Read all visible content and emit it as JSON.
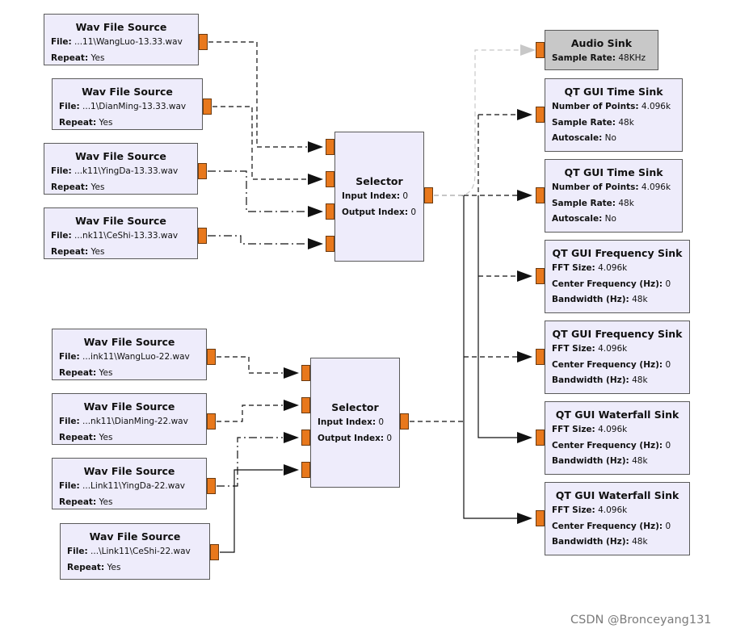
{
  "sources": [
    {
      "title": "Wav File Source",
      "file_label": "File:",
      "file": "...11\\WangLuo-13.33.wav",
      "repeat_label": "Repeat:",
      "repeat": "Yes"
    },
    {
      "title": "Wav File Source",
      "file_label": "File:",
      "file": "...1\\DianMing-13.33.wav",
      "repeat_label": "Repeat:",
      "repeat": "Yes"
    },
    {
      "title": "Wav File Source",
      "file_label": "File:",
      "file": "...k11\\YingDa-13.33.wav",
      "repeat_label": "Repeat:",
      "repeat": "Yes"
    },
    {
      "title": "Wav File Source",
      "file_label": "File:",
      "file": "...nk11\\CeShi-13.33.wav",
      "repeat_label": "Repeat:",
      "repeat": "Yes"
    },
    {
      "title": "Wav File Source",
      "file_label": "File:",
      "file": "...ink11\\WangLuo-22.wav",
      "repeat_label": "Repeat:",
      "repeat": "Yes"
    },
    {
      "title": "Wav File Source",
      "file_label": "File:",
      "file": "...nk11\\DianMing-22.wav",
      "repeat_label": "Repeat:",
      "repeat": "Yes"
    },
    {
      "title": "Wav File Source",
      "file_label": "File:",
      "file": "...Link11\\YingDa-22.wav",
      "repeat_label": "Repeat:",
      "repeat": "Yes"
    },
    {
      "title": "Wav File Source",
      "file_label": "File:",
      "file": "...\\Link11\\CeShi-22.wav",
      "repeat_label": "Repeat:",
      "repeat": "Yes"
    }
  ],
  "selectors": [
    {
      "title": "Selector",
      "in_label": "Input Index:",
      "in": "0",
      "out_label": "Output Index:",
      "out": "0"
    },
    {
      "title": "Selector",
      "in_label": "Input Index:",
      "in": "0",
      "out_label": "Output Index:",
      "out": "0"
    }
  ],
  "sinks": {
    "audio": {
      "title": "Audio Sink",
      "p1_label": "Sample Rate:",
      "p1": "48KHz"
    },
    "time1": {
      "title": "QT GUI Time Sink",
      "p1_label": "Number of Points:",
      "p1": "4.096k",
      "p2_label": "Sample Rate:",
      "p2": "48k",
      "p3_label": "Autoscale:",
      "p3": "No"
    },
    "time2": {
      "title": "QT GUI Time Sink",
      "p1_label": "Number of Points:",
      "p1": "4.096k",
      "p2_label": "Sample Rate:",
      "p2": "48k",
      "p3_label": "Autoscale:",
      "p3": "No"
    },
    "freq1": {
      "title": "QT GUI Frequency Sink",
      "p1_label": "FFT Size:",
      "p1": "4.096k",
      "p2_label": "Center Frequency (Hz):",
      "p2": "0",
      "p3_label": "Bandwidth (Hz):",
      "p3": "48k"
    },
    "freq2": {
      "title": "QT GUI Frequency Sink",
      "p1_label": "FFT Size:",
      "p1": "4.096k",
      "p2_label": "Center Frequency (Hz):",
      "p2": "0",
      "p3_label": "Bandwidth (Hz):",
      "p3": "48k"
    },
    "water1": {
      "title": "QT GUI Waterfall Sink",
      "p1_label": "FFT Size:",
      "p1": "4.096k",
      "p2_label": "Center Frequency (Hz):",
      "p2": "0",
      "p3_label": "Bandwidth (Hz):",
      "p3": "48k"
    },
    "water2": {
      "title": "QT GUI Waterfall Sink",
      "p1_label": "FFT Size:",
      "p1": "4.096k",
      "p2_label": "Center Frequency (Hz):",
      "p2": "0",
      "p3_label": "Bandwidth (Hz):",
      "p3": "48k"
    }
  },
  "colors": {
    "block_bg": "#eeecfb",
    "disabled_bg": "#c8c8c8",
    "port": "#e8781c",
    "wire": "#111111",
    "disabled_wire": "#c8c8c8"
  },
  "watermark": "CSDN @Bronceyang131"
}
